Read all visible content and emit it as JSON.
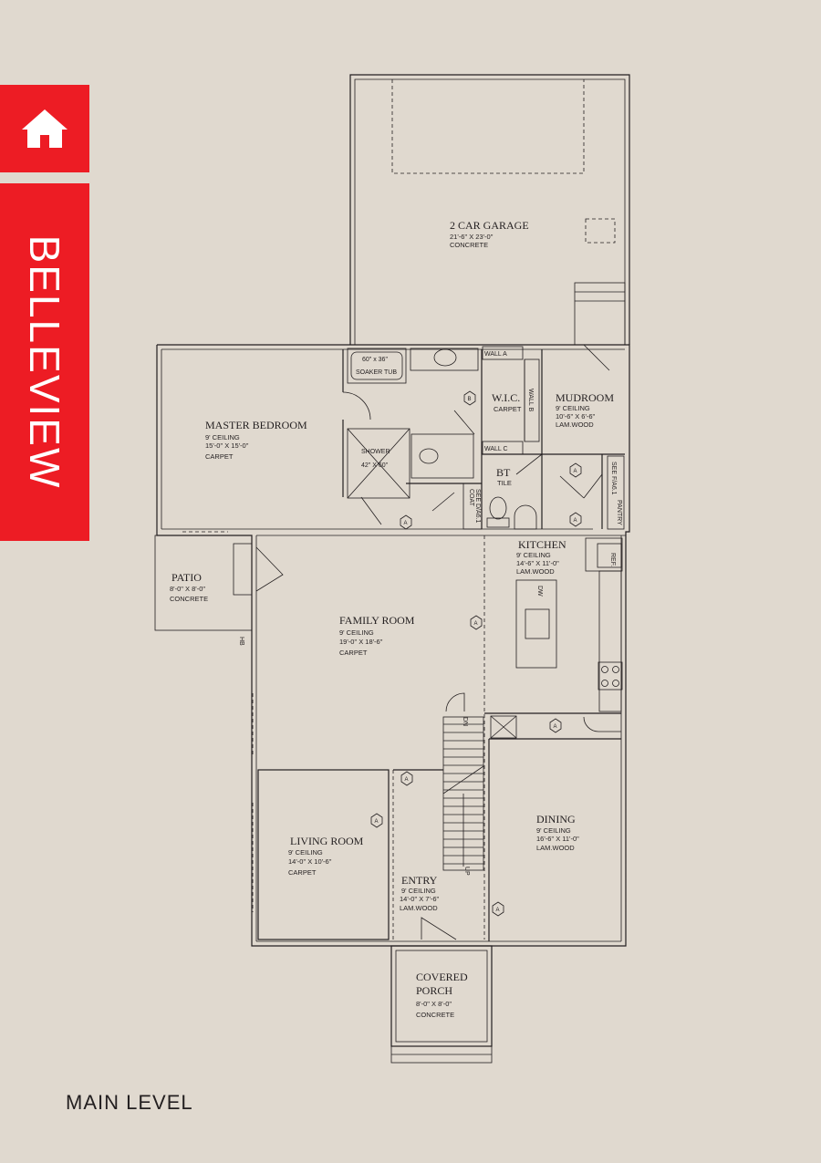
{
  "brand": {
    "plan_name": "BELLEVIEW",
    "home_icon": "home-icon",
    "accent_color": "#ed1c24",
    "background_color": "#e0d9cf"
  },
  "level_label": "MAIN LEVEL",
  "rooms": {
    "garage": {
      "name": "2 CAR GARAGE",
      "dims": "21'-6\" X 23'-0\"",
      "finish": "CONCRETE"
    },
    "master": {
      "name": "MASTER BEDROOM",
      "ceiling": "9' CEILING",
      "dims": "15'-0\" X 15'-0\"",
      "finish": "CARPET"
    },
    "wic": {
      "name": "W.I.C.",
      "finish": "CARPET"
    },
    "mudroom": {
      "name": "MUDROOM",
      "ceiling": "9' CEILING",
      "dims": "10'-6\" X 6'-6\"",
      "finish": "LAM.WOOD"
    },
    "bt": {
      "name": "BT",
      "finish": "TILE"
    },
    "patio": {
      "name": "PATIO",
      "dims": "8'-0\" X 8'-0\"",
      "finish": "CONCRETE"
    },
    "kitchen": {
      "name": "KITCHEN",
      "ceiling": "9' CEILING",
      "dims": "14'-6\" X 11'-0\"",
      "finish": "LAM.WOOD"
    },
    "family": {
      "name": "FAMILY ROOM",
      "ceiling": "9' CEILING",
      "dims": "19'-0\" X 18'-6\"",
      "finish": "CARPET"
    },
    "living": {
      "name": "LIVING ROOM",
      "ceiling": "9' CEILING",
      "dims": "14'-0\" X 10'-6\"",
      "finish": "CARPET"
    },
    "entry": {
      "name": "ENTRY",
      "ceiling": "9' CEILING",
      "dims": "14'-0\" X 7'-6\"",
      "finish": "LAM.WOOD"
    },
    "dining": {
      "name": "DINING",
      "ceiling": "9' CEILING",
      "dims": "16'-6\" X 11'-0\"",
      "finish": "LAM.WOOD"
    },
    "porch": {
      "name_line1": "COVERED",
      "name_line2": "PORCH",
      "dims": "8'-0\" X 8'-0\"",
      "finish": "CONCRETE"
    }
  },
  "fixtures": {
    "tub": "60\" x 36\"",
    "tub_label": "SOAKER TUB",
    "shower": "SHOWER",
    "shower_dims": "42\" X 60\"",
    "wall_a": "WALL A",
    "wall_b": "WALL B",
    "wall_c": "WALL C",
    "coat": "COAT",
    "see_d": "SEE D/A6.1",
    "see_f": "SEE F/A6.1",
    "pantry": "PANTRY",
    "ref": "REF.",
    "dw": "DW",
    "hb": "HB",
    "stair_dn": "DN",
    "stair_up": "UP",
    "hex_tag": "A",
    "hex_tag_b": "B"
  }
}
